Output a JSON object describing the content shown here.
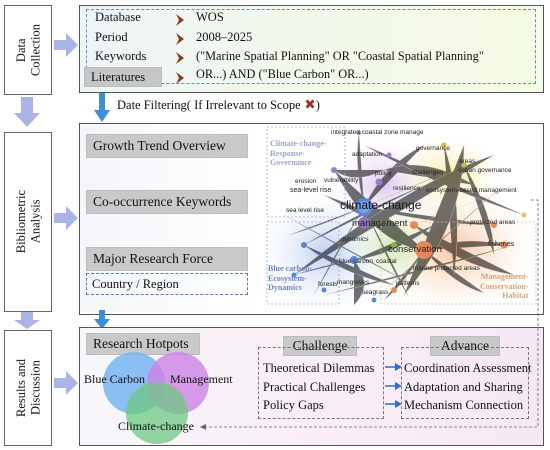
{
  "stages": [
    {
      "label": "Data\nCollection"
    },
    {
      "label": "Bibliometric\nAnalysis"
    },
    {
      "label": "Results and\nDiscussion"
    }
  ],
  "collection": {
    "database_key": "Database",
    "database_val": "WOS",
    "period_key": "Period",
    "period_val": "2008–2025",
    "keywords_key": "Keywords",
    "keywords_line1": "(\"Marine Spatial Planning\" OR \"Coastal Spatial Planning\"",
    "keywords_line2": "OR...) AND (\"Blue Carbon\" OR...)",
    "literatures": "Literatures"
  },
  "filter_label": "Date Filtering( If Irrelevant to Scope ",
  "filter_close": ")",
  "analysis": {
    "growth": "Growth Trend Overview",
    "cooccurrence": "Co-occurrence Keywords",
    "research_force": "Major Research Force",
    "country_region": "Country / Region"
  },
  "network": {
    "cluster_gov": "Climate-change-\nResponse-\nGovernance",
    "cluster_blue": "Blue carbon-\nEcosystem-\nDynamics",
    "cluster_mgmt": "Management-\nConservation-\nHabitat",
    "nodes": {
      "integrated": "integrated coastal zone manage",
      "adaptation": "adaptation",
      "governance": "governance",
      "areas": "areas",
      "policy": "policy",
      "ocean_gov": "ocean governance",
      "challenges": "challenges",
      "vulnerability": "vulnerability",
      "resilience": "resilience",
      "erosion": "erosion",
      "ebm": "ecosystem-based management",
      "slr": "sea-level rise",
      "climate": "climate-change",
      "management": "management",
      "slr2": "sea level rise",
      "protected": "protected areas",
      "dynamics": "dynamics",
      "conservation": "conservation",
      "fisheries": "fisheries",
      "bluecarbon": "blue carbon",
      "coastal": "coastal",
      "mpa": "marine protected areas",
      "forests": "forests",
      "mangroves": "mangroves",
      "seagrass": "seagrass",
      "patterns": "patterns"
    }
  },
  "results": {
    "hotspots": "Research Hotpots",
    "venn_blue": "Blue Carbon",
    "venn_mgmt": "Management",
    "venn_climate": "Climate-change",
    "challenge_title": "Challenge",
    "challenges": [
      "Theoretical Dilemmas",
      "Practical Challenges",
      "Policy Gaps"
    ],
    "advance_title": "Advance",
    "advances": [
      "Coordination Assessment",
      "Adaptation and Sharing",
      "Mechanism Connection"
    ]
  }
}
